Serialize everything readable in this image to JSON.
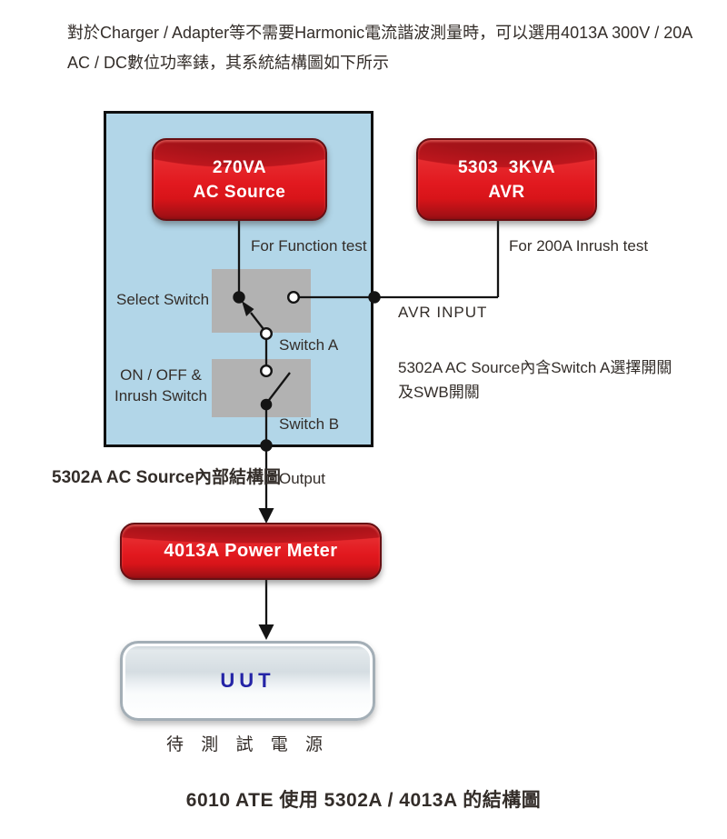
{
  "intro": {
    "line1": "對於Charger / Adapter等不需要Harmonic電流諧波測量時，可以選用4013A 300V / 20A",
    "line2": "AC / DC數位功率錶，其系統結構圖如下所示"
  },
  "diagram": {
    "ac_source_block": {
      "line1": "270VA",
      "line2": "AC Source"
    },
    "avr_block": {
      "line1": "5303  3KVA",
      "line2": "AVR"
    },
    "power_meter_block": {
      "label": "4013A Power Meter"
    },
    "uut_block": {
      "label": "UUT",
      "caption": "待 測 試 電 源"
    },
    "labels": {
      "for_function_test": "For Function test",
      "for_inrush_test": "For 200A Inrush test",
      "select_switch": "Select Switch",
      "switch_a": "Switch A",
      "avr_input": "AVR INPUT",
      "on_off_line1": "ON / OFF &",
      "on_off_line2": "Inrush Switch",
      "switch_b": "Switch B",
      "output": "Output",
      "internal_structure": "5302A AC Source內部結構圖",
      "note_line1": "5302A AC Source內含Switch A選擇開關",
      "note_line2": "及SWB開關"
    }
  },
  "caption": "6010 ATE 使用 5302A / 4013A 的結構圖",
  "colors": {
    "panel_fill": "#b2d6e8",
    "switch_fill": "#b2b2b2",
    "button_red": "#e2191f",
    "button_red_border": "#671014",
    "uut_text_blue": "#2424a6",
    "line_black": "#141414",
    "text": "#332d29"
  }
}
